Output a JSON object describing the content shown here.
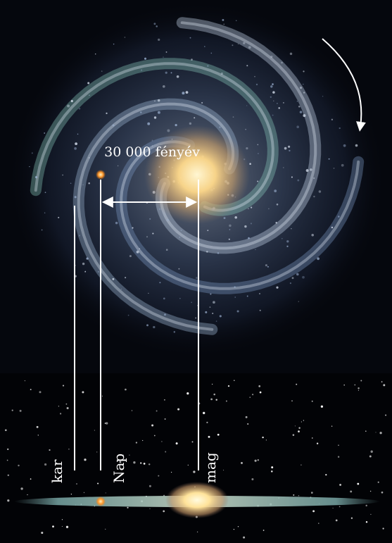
{
  "labels": {
    "distance": "30 000 fényév",
    "arm": "kar",
    "sun": "Nap",
    "core": "mag"
  },
  "colors": {
    "background": "#05070d",
    "lines": "#ffffff",
    "sun": "#ff9b2f",
    "core": "#ffe39a"
  },
  "icons": {
    "rotation": "rotation-arrow-icon",
    "distance": "double-headed-arrow-icon"
  }
}
